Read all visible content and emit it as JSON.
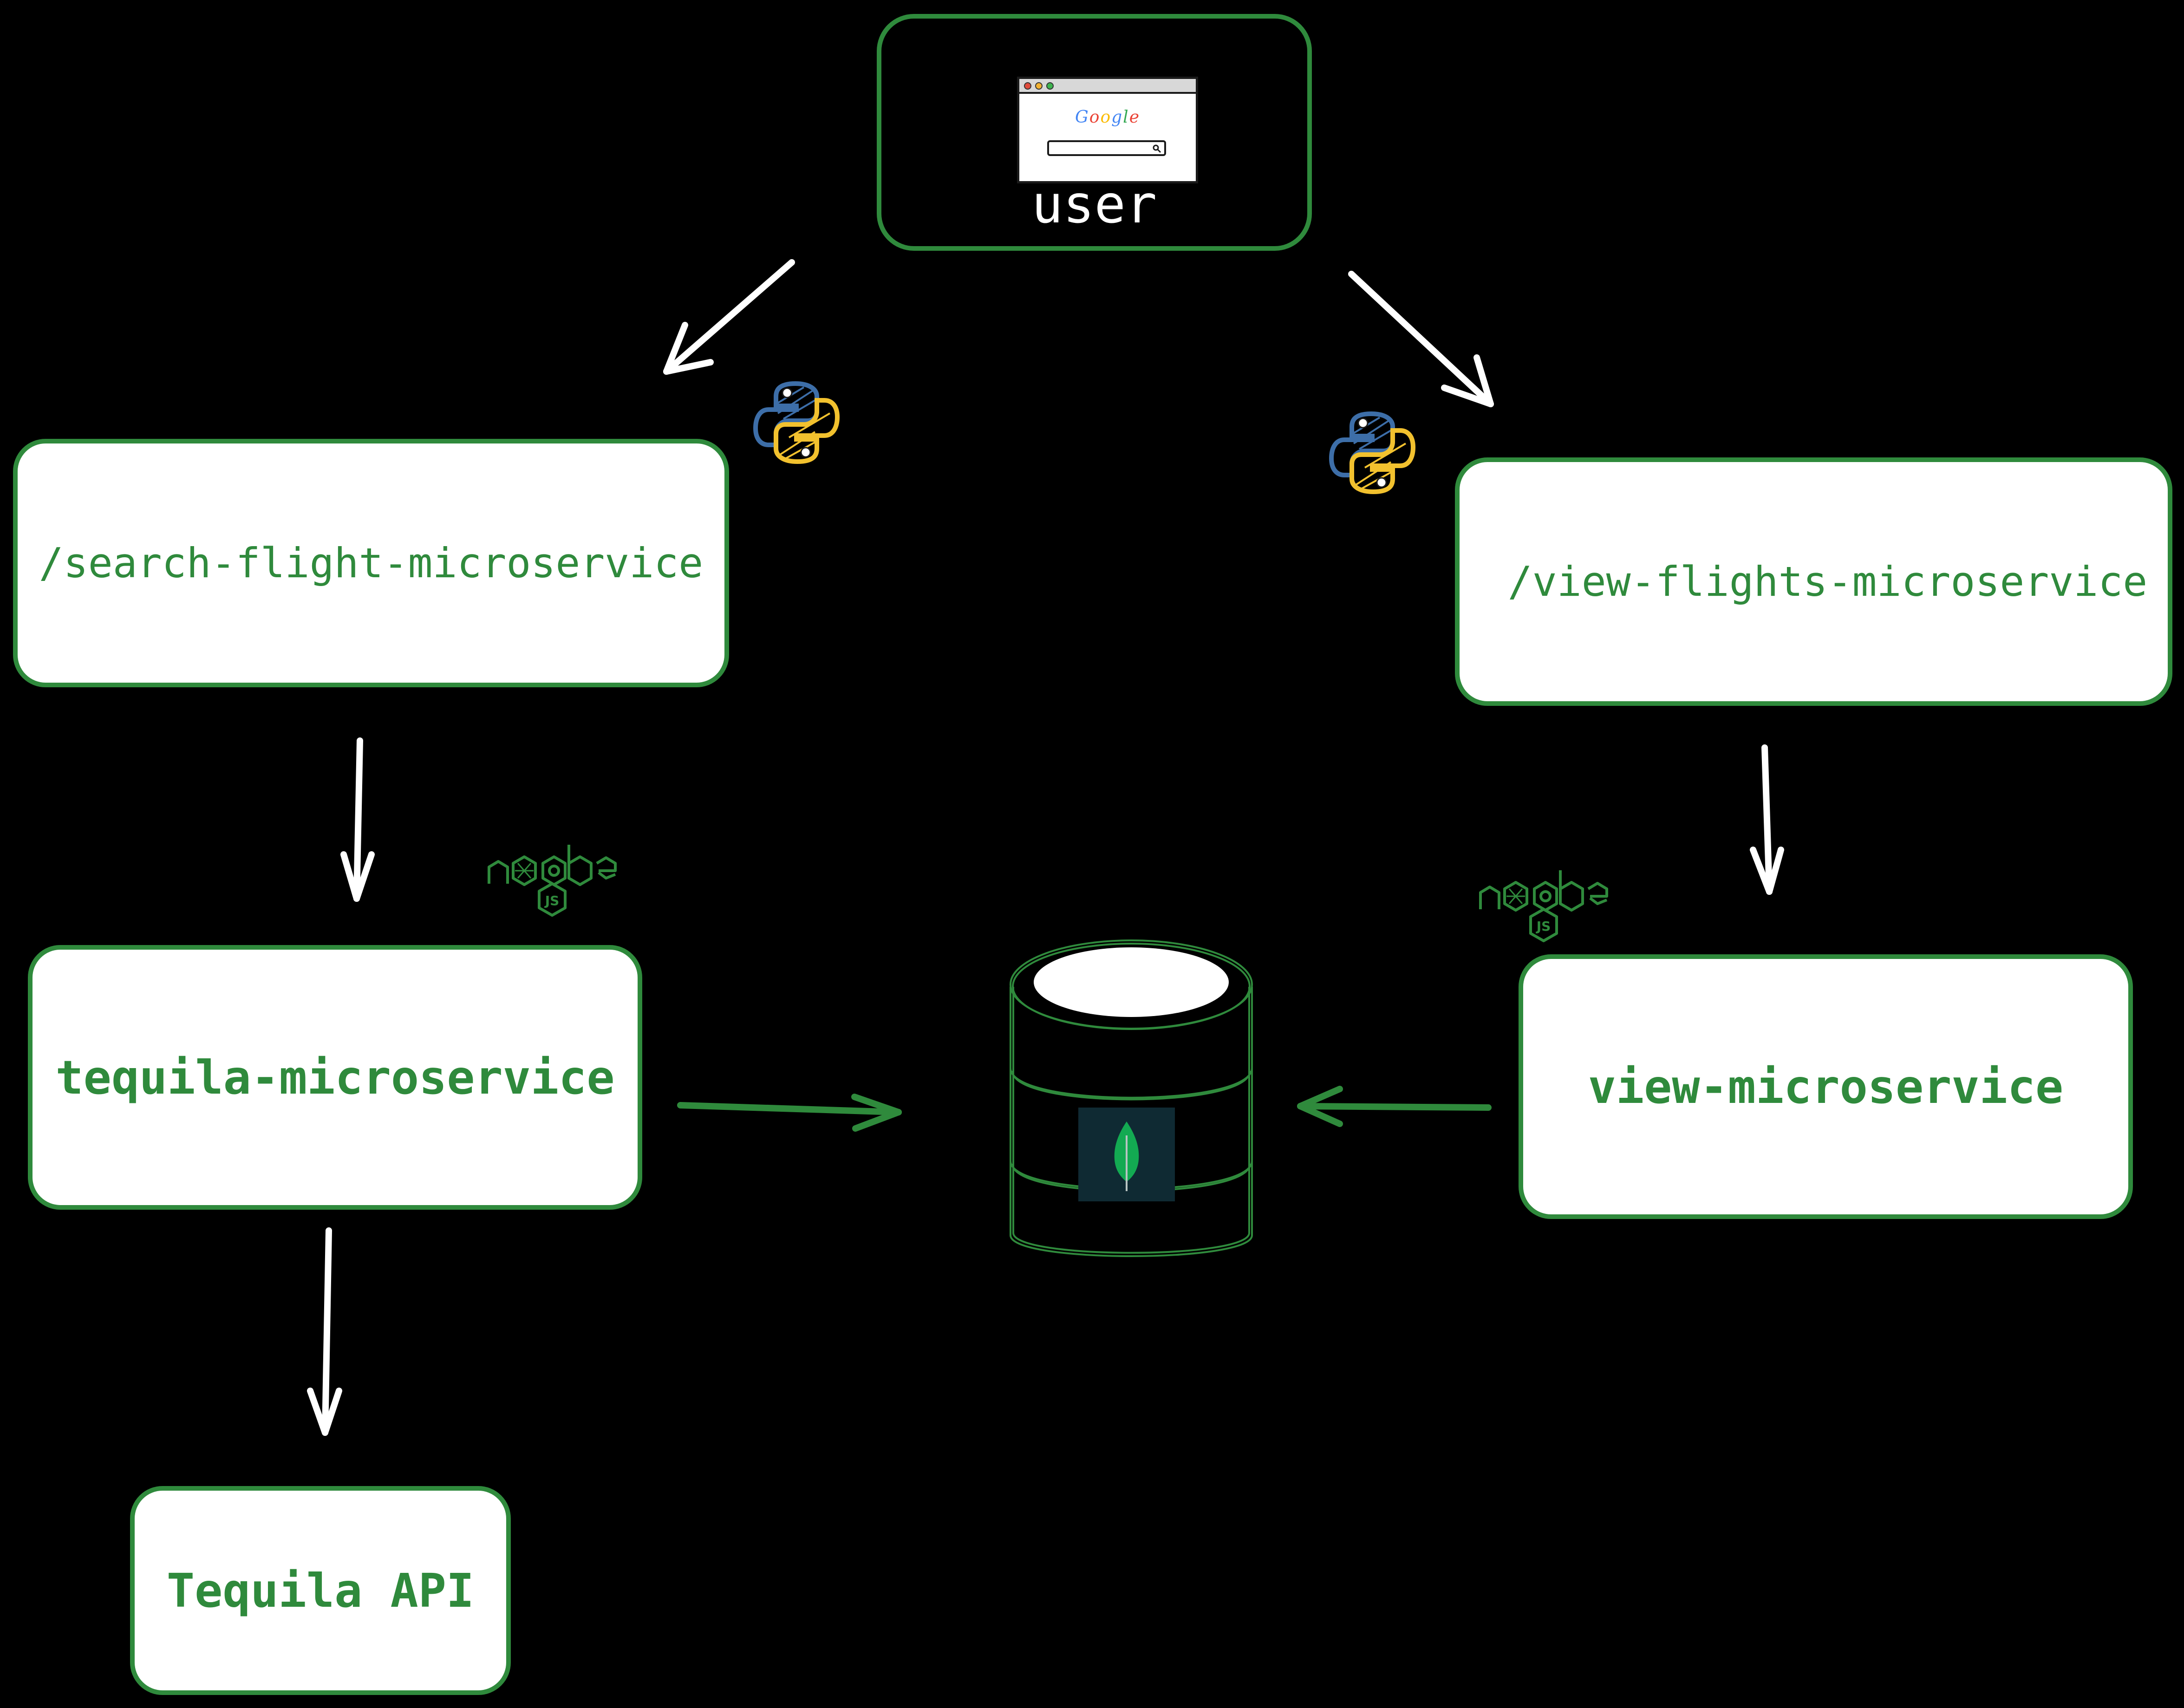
{
  "user": {
    "label": "user",
    "browser_logo": "Google"
  },
  "boxes": {
    "search_flight": "/search-flight-microservice",
    "view_flights": "/view-flights-microservice",
    "tequila_ms": "tequila-microservice",
    "view_ms": "view-microservice",
    "tequila_api": "Tequila API"
  },
  "icons": {
    "python_left": "python-icon",
    "python_right": "python-icon",
    "node_left": "nodejs-icon",
    "node_right": "nodejs-icon",
    "database": "database-icon",
    "mongodb": "mongodb-leaf-icon"
  },
  "colors": {
    "background": "#000000",
    "box_fill": "#ffffff",
    "box_border": "#2f8a3c",
    "text_green": "#2f8a3c",
    "arrow_white": "#ffffff",
    "arrow_green": "#2f8a3c",
    "python_blue": "#3d6ea8",
    "python_yellow": "#f2c12e",
    "mongo_leaf": "#13aa52",
    "mongo_bg": "#0f2a33"
  }
}
